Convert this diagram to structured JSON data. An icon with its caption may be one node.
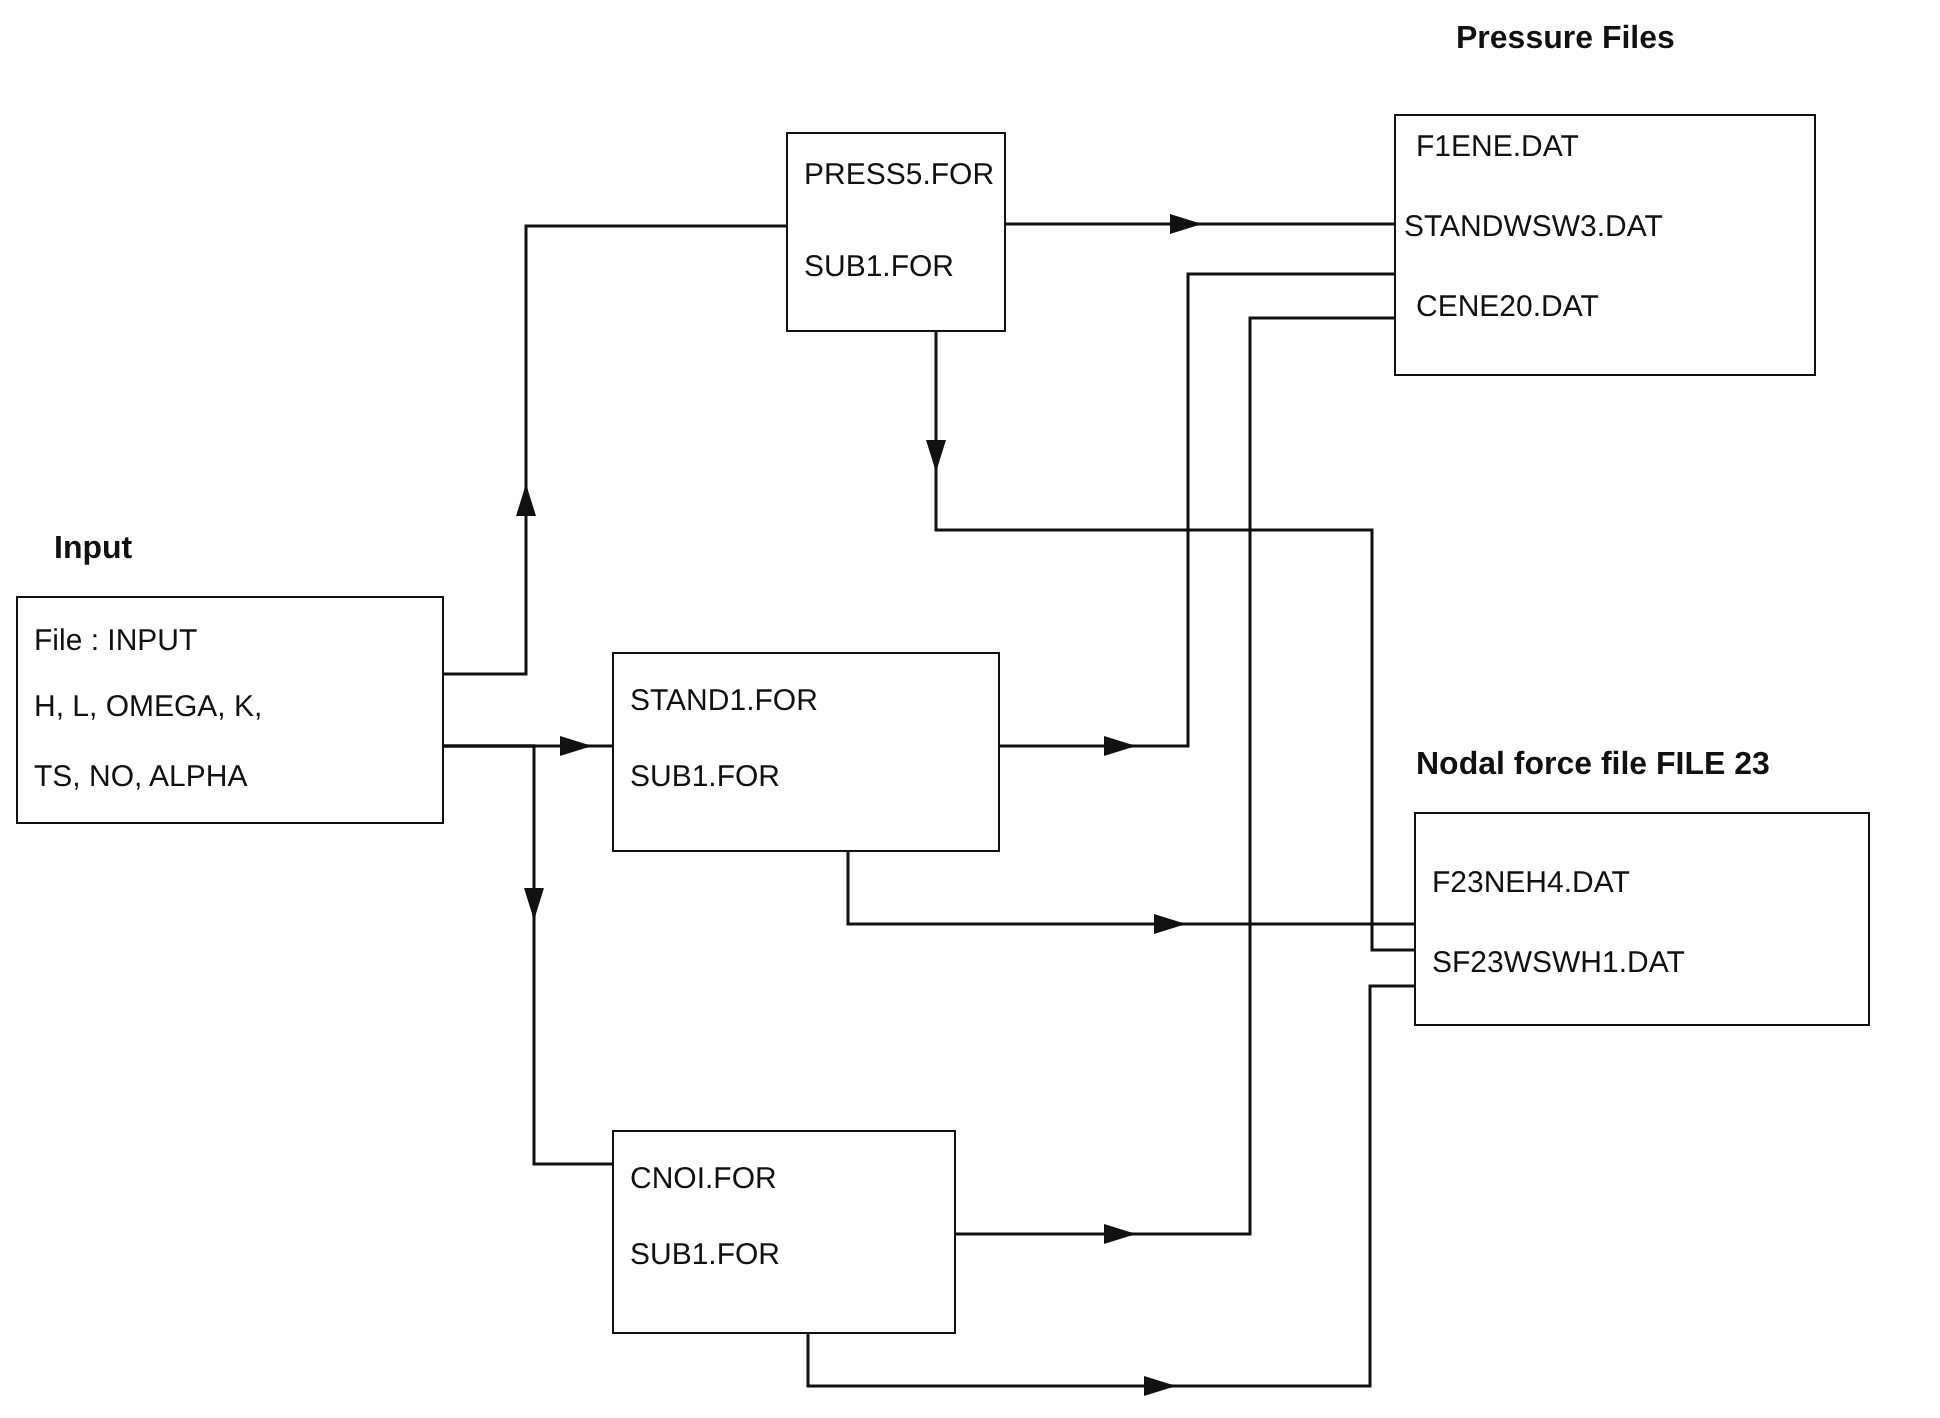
{
  "diagram": {
    "nodes": [
      {
        "text": [
          "Input",
          "File : INPUT",
          "H, L, OMEGA, K,",
          "TS, NO, ALPHA"
        ]
      },
      {
        "text": [
          "PRESS5.FOR",
          "SUB1.FOR"
        ]
      },
      {
        "text": [
          "STAND1.FOR",
          "SUB1.FOR"
        ]
      },
      {
        "text": [
          "CNOI.FOR",
          "SUB1.FOR"
        ]
      },
      {
        "text": [
          "Pressure Files",
          "F1ENE.DAT",
          "STANDWSW3.DAT",
          "CENE20.DAT"
        ]
      },
      {
        "text": [
          "Nodal force file FILE 23",
          "F23NEH4.DAT",
          "SF23WSWH1.DAT"
        ]
      }
    ],
    "edges": [
      {
        "from": 0,
        "to": 1,
        "arrow": "to"
      },
      {
        "from": 0,
        "to": 2,
        "arrow": "to"
      },
      {
        "from": 0,
        "to": 3,
        "arrow": "to"
      },
      {
        "from": 1,
        "to": 4,
        "arrow": "to"
      },
      {
        "from": 1,
        "to": 5,
        "arrow": "to"
      },
      {
        "from": 2,
        "to": 4,
        "arrow": "to"
      },
      {
        "from": 2,
        "to": 5,
        "arrow": "to"
      },
      {
        "from": 3,
        "to": 4,
        "arrow": "to"
      },
      {
        "from": 3,
        "to": 5,
        "arrow": "to"
      }
    ]
  }
}
